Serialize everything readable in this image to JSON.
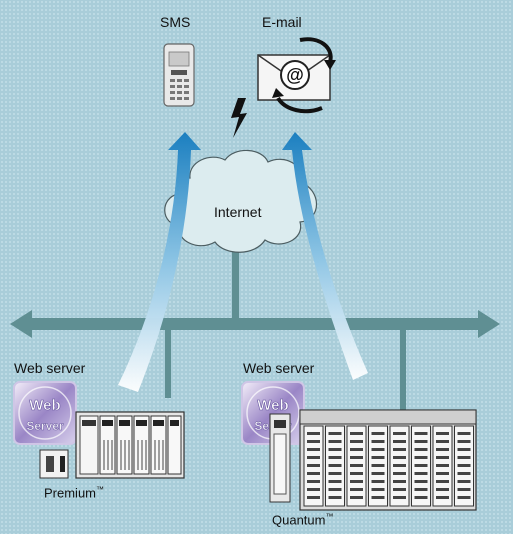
{
  "labels": {
    "sms": "SMS",
    "email": "E-mail",
    "internet": "Internet",
    "web_server_left": "Web server",
    "web_server_right": "Web server",
    "premium": "Premium",
    "quantum": "Quantum",
    "trademark": "™",
    "badge_line1": "Web",
    "badge_line2": "Server"
  },
  "colors": {
    "background": "#a9cdd9",
    "network_bus": "#5f8f93",
    "arrow_top": "#1b7fc0",
    "arrow_bottom": "#ffffff",
    "cloud": "#dcecef",
    "lightning": "#111111"
  },
  "icons": [
    "mobile-phone-icon",
    "email-envelope-icon",
    "lightning-icon",
    "cloud-icon",
    "web-server-badge-icon",
    "plc-rack-icon"
  ]
}
